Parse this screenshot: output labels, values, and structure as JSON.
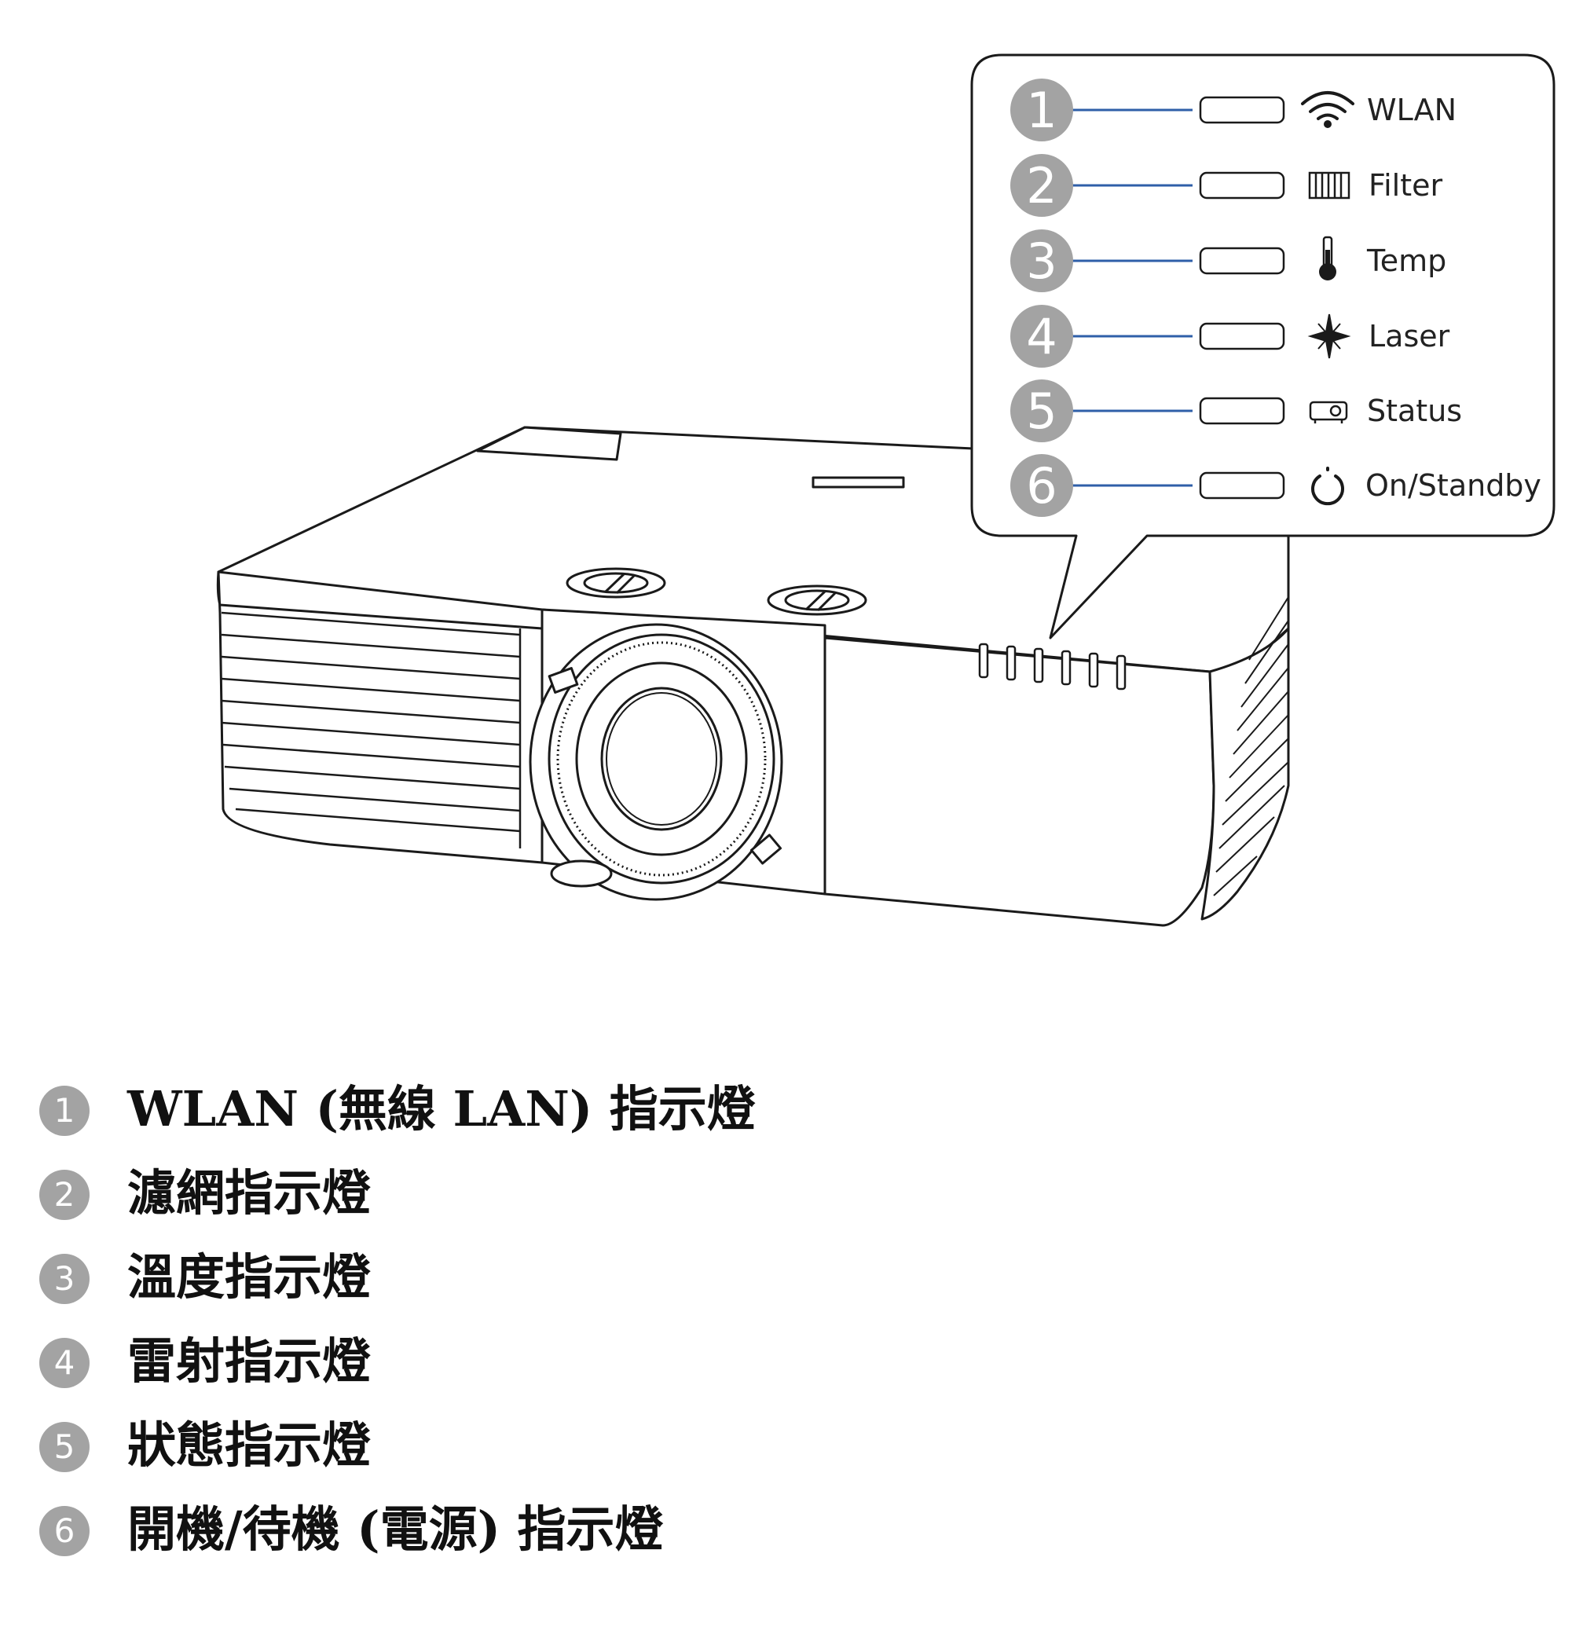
{
  "callout": {
    "items": [
      {
        "num": "1",
        "label": "WLAN",
        "icon": "wifi-icon"
      },
      {
        "num": "2",
        "label": "Filter",
        "icon": "filter-icon"
      },
      {
        "num": "3",
        "label": "Temp",
        "icon": "thermometer-icon"
      },
      {
        "num": "4",
        "label": "Laser",
        "icon": "laser-icon"
      },
      {
        "num": "5",
        "label": "Status",
        "icon": "projector-status-icon"
      },
      {
        "num": "6",
        "label": "On/Standby",
        "icon": "power-icon"
      }
    ]
  },
  "legend": {
    "items": [
      {
        "num": "1",
        "text": "WLAN (無線 LAN) 指示燈"
      },
      {
        "num": "2",
        "text": "濾網指示燈"
      },
      {
        "num": "3",
        "text": "溫度指示燈"
      },
      {
        "num": "4",
        "text": "雷射指示燈"
      },
      {
        "num": "5",
        "text": "狀態指示燈"
      },
      {
        "num": "6",
        "text": "開機/待機 (電源) 指示燈"
      }
    ]
  },
  "colors": {
    "leader_line": "#2f5fa8",
    "number_badge": "#a3a3a3",
    "outline": "#1a1a1a"
  }
}
